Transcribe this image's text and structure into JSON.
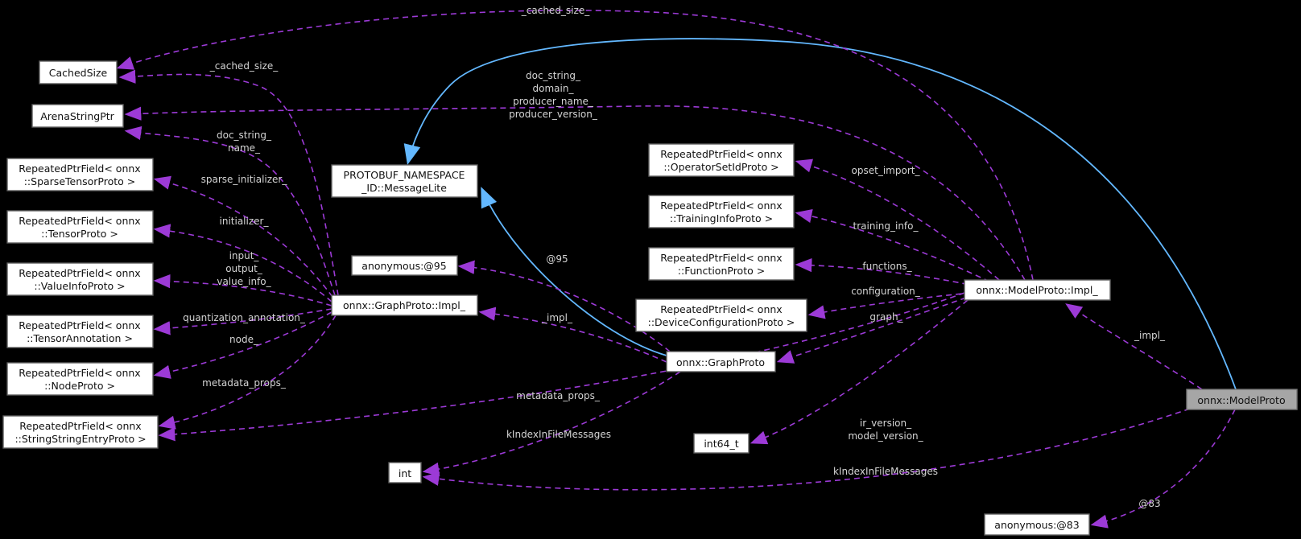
{
  "diagram": {
    "type": "doxygen-collaboration-graph",
    "main_class": "onnx::ModelProto",
    "colors": {
      "background": "#000000",
      "node_fill": "#ffffff",
      "node_border": "#5f5f5f",
      "main_node_fill": "#a6a6a6",
      "usage_edge": "#9c3ad6",
      "inheritance_edge": "#63b8ff",
      "edge_label_text": "#d4d4d4"
    },
    "nodes": [
      {
        "id": "cachedsize",
        "lines": [
          "CachedSize"
        ]
      },
      {
        "id": "arenastringptr",
        "lines": [
          "ArenaStringPtr"
        ]
      },
      {
        "id": "sparsetensor",
        "lines": [
          "RepeatedPtrField< onnx",
          "::SparseTensorProto >"
        ]
      },
      {
        "id": "tensorproto",
        "lines": [
          "RepeatedPtrField< onnx",
          "::TensorProto >"
        ]
      },
      {
        "id": "valueinfo",
        "lines": [
          "RepeatedPtrField< onnx",
          "::ValueInfoProto >"
        ]
      },
      {
        "id": "tensorannotation",
        "lines": [
          "RepeatedPtrField< onnx",
          "::TensorAnnotation >"
        ]
      },
      {
        "id": "nodeproto",
        "lines": [
          "RepeatedPtrField< onnx",
          "::NodeProto >"
        ]
      },
      {
        "id": "stringstringentry",
        "lines": [
          "RepeatedPtrField< onnx",
          "::StringStringEntryProto >"
        ]
      },
      {
        "id": "messagelite",
        "lines": [
          "PROTOBUF_NAMESPACE",
          "_ID::MessageLite"
        ]
      },
      {
        "id": "anonymous95",
        "lines": [
          "anonymous:@95"
        ]
      },
      {
        "id": "graphproto-impl",
        "lines": [
          "onnx::GraphProto::Impl_"
        ]
      },
      {
        "id": "operatorsetid",
        "lines": [
          "RepeatedPtrField< onnx",
          "::OperatorSetIdProto >"
        ]
      },
      {
        "id": "traininginfo",
        "lines": [
          "RepeatedPtrField< onnx",
          "::TrainingInfoProto >"
        ]
      },
      {
        "id": "functionproto",
        "lines": [
          "RepeatedPtrField< onnx",
          "::FunctionProto >"
        ]
      },
      {
        "id": "deviceconfig",
        "lines": [
          "RepeatedPtrField< onnx",
          "::DeviceConfigurationProto >"
        ]
      },
      {
        "id": "graphproto",
        "lines": [
          "onnx::GraphProto"
        ]
      },
      {
        "id": "int64",
        "lines": [
          "int64_t"
        ]
      },
      {
        "id": "int",
        "lines": [
          "int"
        ]
      },
      {
        "id": "modelproto-impl",
        "lines": [
          "onnx::ModelProto::Impl_"
        ]
      },
      {
        "id": "modelproto",
        "lines": [
          "onnx::ModelProto"
        ]
      },
      {
        "id": "anonymous83",
        "lines": [
          "anonymous:@83"
        ]
      }
    ],
    "edge_labels": [
      {
        "text": "_cached_size_"
      },
      {
        "text": "doc_string_"
      },
      {
        "text": "domain_"
      },
      {
        "text": "producer_name_"
      },
      {
        "text": "producer_version_"
      },
      {
        "text": "_cached_size_"
      },
      {
        "text": "doc_string_"
      },
      {
        "text": "name_"
      },
      {
        "text": "sparse_initializer_"
      },
      {
        "text": "initializer_"
      },
      {
        "text": "input_"
      },
      {
        "text": "output_"
      },
      {
        "text": "value_info_"
      },
      {
        "text": "quantization_annotation_"
      },
      {
        "text": "node_"
      },
      {
        "text": "metadata_props_"
      },
      {
        "text": "@95"
      },
      {
        "text": "_impl_"
      },
      {
        "text": "opset_import_"
      },
      {
        "text": "training_info_"
      },
      {
        "text": "functions_"
      },
      {
        "text": "configuration_"
      },
      {
        "text": "graph_"
      },
      {
        "text": "metadata_props_"
      },
      {
        "text": "kIndexInFileMessages"
      },
      {
        "text": "ir_version_"
      },
      {
        "text": "model_version_"
      },
      {
        "text": "kIndexInFileMessages"
      },
      {
        "text": "@83"
      },
      {
        "text": "_impl_"
      }
    ],
    "edges": [
      {
        "from": "onnx::ModelProto",
        "to": "PROTOBUF_NAMESPACE_ID::MessageLite",
        "kind": "inheritance"
      },
      {
        "from": "onnx::GraphProto",
        "to": "PROTOBUF_NAMESPACE_ID::MessageLite",
        "kind": "inheritance"
      },
      {
        "from": "onnx::GraphProto::Impl_",
        "to": "CachedSize",
        "label": "_cached_size_"
      },
      {
        "from": "onnx::GraphProto::Impl_",
        "to": "ArenaStringPtr",
        "label": "doc_string_ name_"
      },
      {
        "from": "onnx::GraphProto::Impl_",
        "to": "RepeatedPtrField< onnx::SparseTensorProto >",
        "label": "sparse_initializer_"
      },
      {
        "from": "onnx::GraphProto::Impl_",
        "to": "RepeatedPtrField< onnx::TensorProto >",
        "label": "initializer_"
      },
      {
        "from": "onnx::GraphProto::Impl_",
        "to": "RepeatedPtrField< onnx::ValueInfoProto >",
        "label": "input_ output_ value_info_"
      },
      {
        "from": "onnx::GraphProto::Impl_",
        "to": "RepeatedPtrField< onnx::TensorAnnotation >",
        "label": "quantization_annotation_"
      },
      {
        "from": "onnx::GraphProto::Impl_",
        "to": "RepeatedPtrField< onnx::NodeProto >",
        "label": "node_"
      },
      {
        "from": "onnx::GraphProto::Impl_",
        "to": "RepeatedPtrField< onnx::StringStringEntryProto >",
        "label": "metadata_props_"
      },
      {
        "from": "onnx::GraphProto",
        "to": "onnx::GraphProto::Impl_",
        "label": "_impl_"
      },
      {
        "from": "onnx::GraphProto",
        "to": "anonymous:@95",
        "label": "@95"
      },
      {
        "from": "onnx::GraphProto",
        "to": "int",
        "label": "kIndexInFileMessages"
      },
      {
        "from": "onnx::ModelProto::Impl_",
        "to": "CachedSize",
        "label": "_cached_size_"
      },
      {
        "from": "onnx::ModelProto::Impl_",
        "to": "ArenaStringPtr",
        "label": "doc_string_ domain_ producer_name_ producer_version_"
      },
      {
        "from": "onnx::ModelProto::Impl_",
        "to": "RepeatedPtrField< onnx::OperatorSetIdProto >",
        "label": "opset_import_"
      },
      {
        "from": "onnx::ModelProto::Impl_",
        "to": "RepeatedPtrField< onnx::TrainingInfoProto >",
        "label": "training_info_"
      },
      {
        "from": "onnx::ModelProto::Impl_",
        "to": "RepeatedPtrField< onnx::FunctionProto >",
        "label": "functions_"
      },
      {
        "from": "onnx::ModelProto::Impl_",
        "to": "RepeatedPtrField< onnx::DeviceConfigurationProto >",
        "label": "configuration_"
      },
      {
        "from": "onnx::ModelProto::Impl_",
        "to": "onnx::GraphProto",
        "label": "graph_"
      },
      {
        "from": "onnx::ModelProto::Impl_",
        "to": "RepeatedPtrField< onnx::StringStringEntryProto >",
        "label": "metadata_props_"
      },
      {
        "from": "onnx::ModelProto::Impl_",
        "to": "int64_t",
        "label": "ir_version_ model_version_"
      },
      {
        "from": "onnx::ModelProto",
        "to": "onnx::ModelProto::Impl_",
        "label": "_impl_"
      },
      {
        "from": "onnx::ModelProto",
        "to": "anonymous:@83",
        "label": "@83"
      },
      {
        "from": "onnx::ModelProto",
        "to": "int",
        "label": "kIndexInFileMessages"
      }
    ]
  }
}
